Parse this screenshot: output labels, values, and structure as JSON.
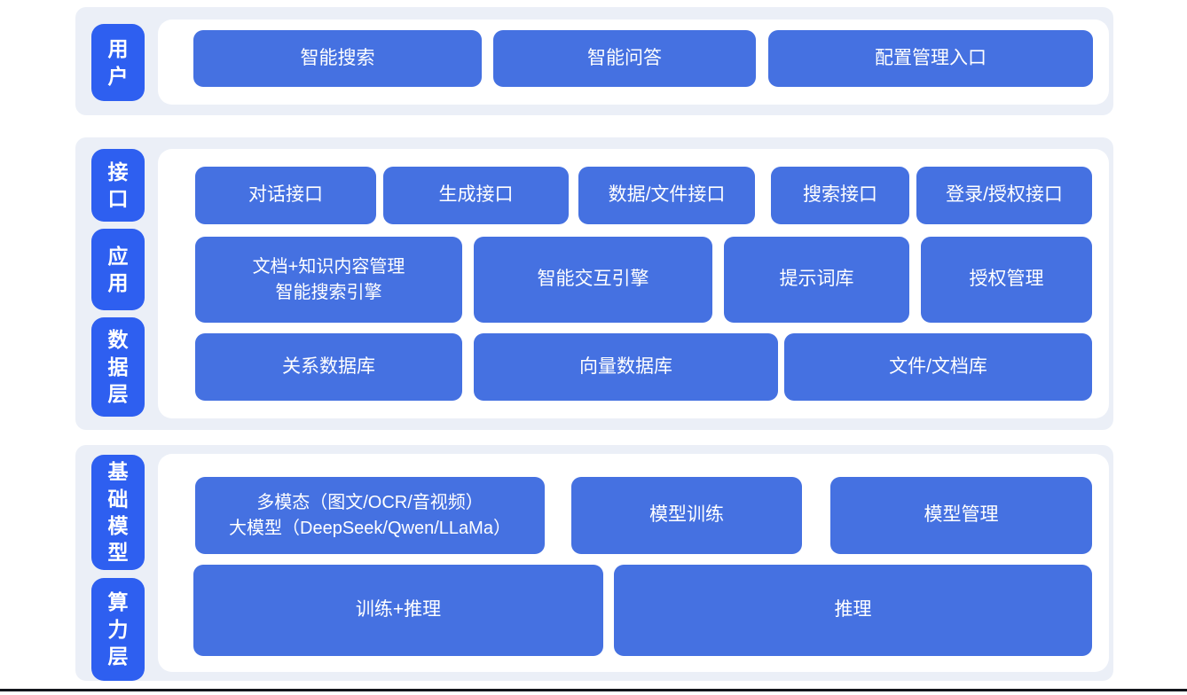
{
  "colors": {
    "section_bg": "#ebeff7",
    "side_label_blue": "#2e5ff0",
    "button_blue": "#4571e1",
    "text_white": "#ffffff",
    "bottom_rule": "#14161c"
  },
  "sections": [
    {
      "name": "user-layer",
      "side_labels": [
        {
          "text": "用户"
        }
      ],
      "rows": [
        {
          "buttons": [
            {
              "label": "智能搜索"
            },
            {
              "label": "智能问答"
            },
            {
              "label": "配置管理入口"
            }
          ]
        }
      ]
    },
    {
      "name": "interface-application-data-layer",
      "side_labels": [
        {
          "text": "接口"
        },
        {
          "text": "应用"
        },
        {
          "text": "数据层"
        }
      ],
      "rows": [
        {
          "buttons": [
            {
              "label": "对话接口"
            },
            {
              "label": "生成接口"
            },
            {
              "label": "数据/文件接口"
            },
            {
              "label": "搜索接口"
            },
            {
              "label": "登录/授权接口"
            }
          ]
        },
        {
          "buttons": [
            {
              "label": "文档+知识内容管理",
              "label2": "智能搜索引擎"
            },
            {
              "label": "智能交互引擎"
            },
            {
              "label": "提示词库"
            },
            {
              "label": "授权管理"
            }
          ]
        },
        {
          "buttons": [
            {
              "label": "关系数据库"
            },
            {
              "label": "向量数据库"
            },
            {
              "label": "文件/文档库"
            }
          ]
        }
      ]
    },
    {
      "name": "foundation-model-compute-layer",
      "side_labels": [
        {
          "text": "基础模型"
        },
        {
          "text": "算力层"
        }
      ],
      "rows": [
        {
          "buttons": [
            {
              "label": "多模态（图文/OCR/音视频）",
              "label2": "大模型（DeepSeek/Qwen/LLaMa）"
            },
            {
              "label": "模型训练"
            },
            {
              "label": "模型管理"
            }
          ]
        },
        {
          "buttons": [
            {
              "label": "训练+推理"
            },
            {
              "label": "推理"
            }
          ]
        }
      ]
    }
  ]
}
